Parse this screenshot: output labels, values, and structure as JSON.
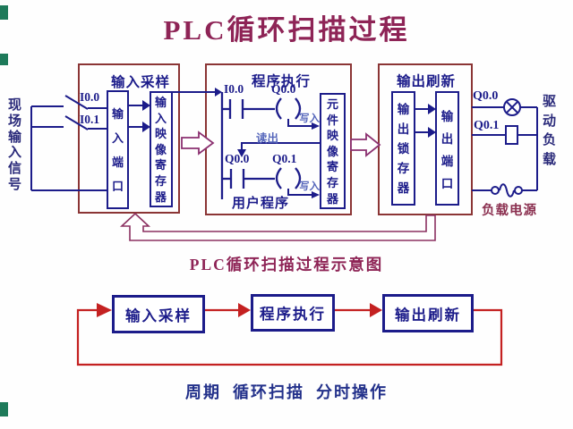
{
  "title": "PLC循环扫描过程",
  "schematic": {
    "caption": "PLC循环扫描过程示意图",
    "field_input_label": "现场输入信号",
    "input_stage": {
      "title": "输入采样",
      "port_label": "输入端口",
      "register_label": "输入映像寄存器",
      "signal1": "I0.0",
      "signal2": "I0.1"
    },
    "program_stage": {
      "title": "程序执行",
      "register_label": "元件映像寄存器",
      "user_program_label": "用户程序",
      "write_label": "写入",
      "read_label": "读出",
      "rung1_contact": "I0.0",
      "rung1_coil": "Q0.0",
      "rung2_contact": "Q0.0",
      "rung2_coil": "Q0.1"
    },
    "output_stage": {
      "title": "输出刷新",
      "latch_label": "输出锁存器",
      "port_label": "输出端口",
      "signal1": "Q0.0",
      "signal2": "Q0.1"
    },
    "drive_load_label": "驱动负载",
    "load_power_label": "负载电源"
  },
  "flowchart": {
    "step1": "输入采样",
    "step2": "程序执行",
    "step3": "输出刷新",
    "caption": "周期  循环扫描  分时操作"
  },
  "colors": {
    "title": "#8e2456",
    "stage_box_border": "#8b3535",
    "circuit_navy": "#1c1c8a",
    "io_annotation": "#5566bb",
    "flow_red": "#c42121",
    "hollow_arrow": "#8b3070",
    "load_power_text": "#8b3050",
    "edge_marker_green": "#1e7a5a"
  }
}
